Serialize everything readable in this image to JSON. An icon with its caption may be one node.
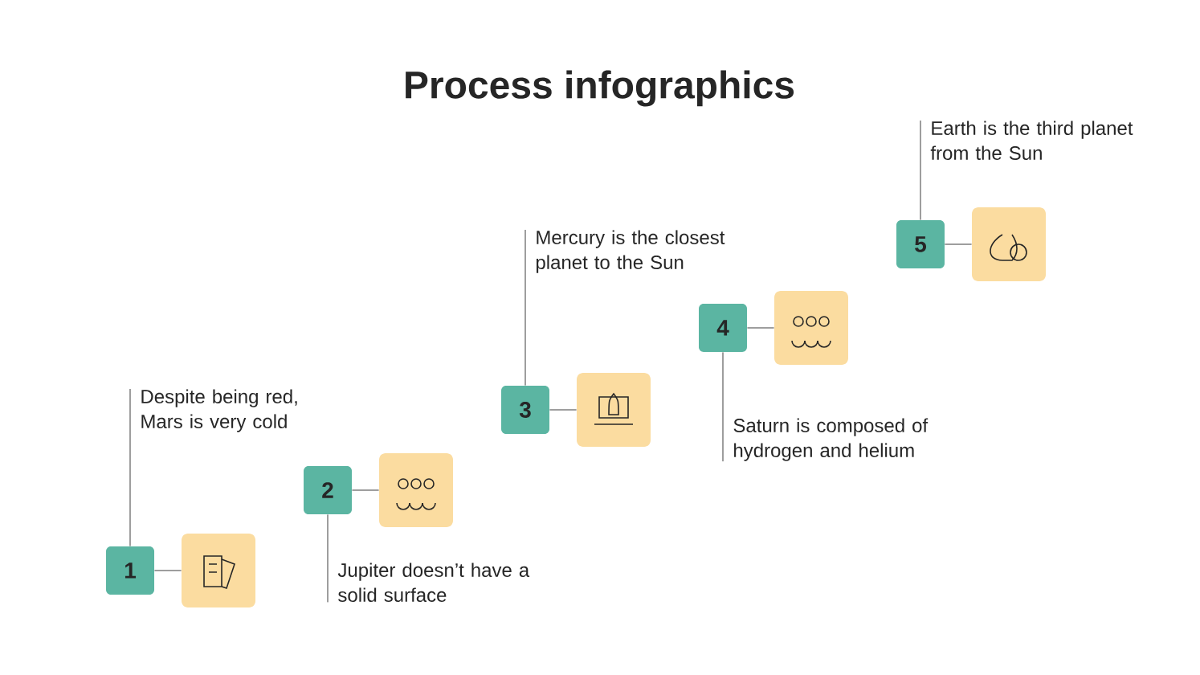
{
  "diagram": {
    "title": "Process infographics",
    "nodes": [
      {
        "text": [
          "1"
        ]
      },
      {
        "text": [],
        "shape": "box"
      },
      {
        "text": [
          "Despite being red, Mars is very cold"
        ]
      },
      {
        "text": [
          "2"
        ]
      },
      {
        "text": [],
        "shape": "box"
      },
      {
        "text": [
          "Jupiter doesn’t have a solid surface"
        ]
      },
      {
        "text": [
          "3"
        ]
      },
      {
        "text": [],
        "shape": "box"
      },
      {
        "text": [
          "Mercury is the closest planet to the Sun"
        ]
      },
      {
        "text": [
          "4"
        ]
      },
      {
        "text": [],
        "shape": "box"
      },
      {
        "text": [
          "Saturn is composed of hydrogen and helium"
        ]
      },
      {
        "text": [
          "5"
        ]
      },
      {
        "text": [],
        "shape": "box"
      },
      {
        "text": [
          "Earth is the third planet from the Sun"
        ]
      }
    ],
    "edges": [
      {
        "from": 0,
        "to": 1,
        "arrow": "none"
      },
      {
        "from": 0,
        "to": 2,
        "arrow": "none"
      },
      {
        "from": 3,
        "to": 4,
        "arrow": "none"
      },
      {
        "from": 3,
        "to": 5,
        "arrow": "none"
      },
      {
        "from": 6,
        "to": 7,
        "arrow": "none"
      },
      {
        "from": 6,
        "to": 8,
        "arrow": "none"
      },
      {
        "from": 9,
        "to": 10,
        "arrow": "none"
      },
      {
        "from": 9,
        "to": 11,
        "arrow": "none"
      },
      {
        "from": 12,
        "to": 13,
        "arrow": "none"
      },
      {
        "from": 12,
        "to": 14,
        "arrow": "none"
      }
    ]
  }
}
